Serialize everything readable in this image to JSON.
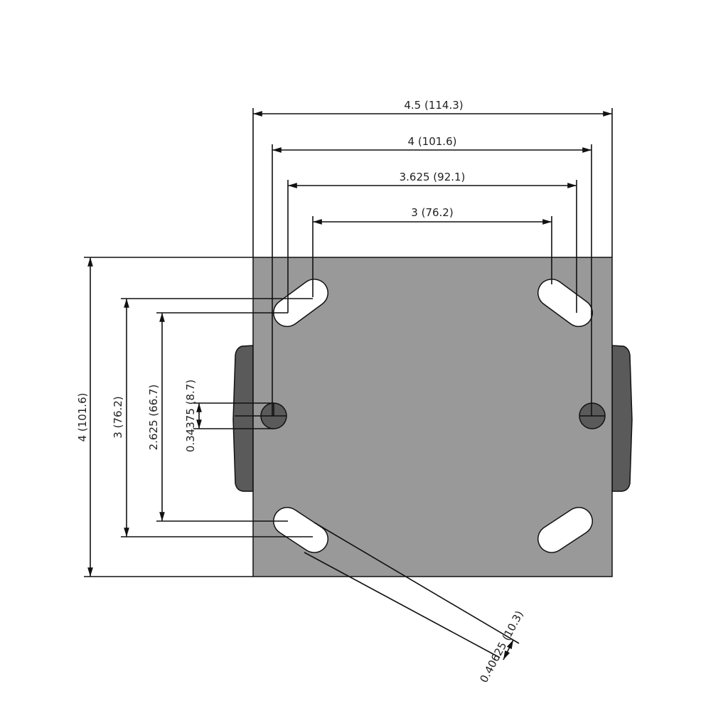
{
  "colors": {
    "plate": "#999999",
    "wheel": "#5a5a5a",
    "hole": "#5a5a5a",
    "slot": "#ffffff",
    "line": "#111111"
  },
  "dimensions": {
    "overall_width": "4.5 (114.3)",
    "outer_bolt_width": "4 (101.6)",
    "slot_outer_width": "3.625 (92.1)",
    "slot_inner_width": "3 (76.2)",
    "overall_height": "4 (101.6)",
    "slot_height": "3 (76.2)",
    "slot_inner_height": "2.625 (66.7)",
    "hole_diameter": "0.34375 (8.7)",
    "slot_width": "0.40625 (10.3)"
  }
}
